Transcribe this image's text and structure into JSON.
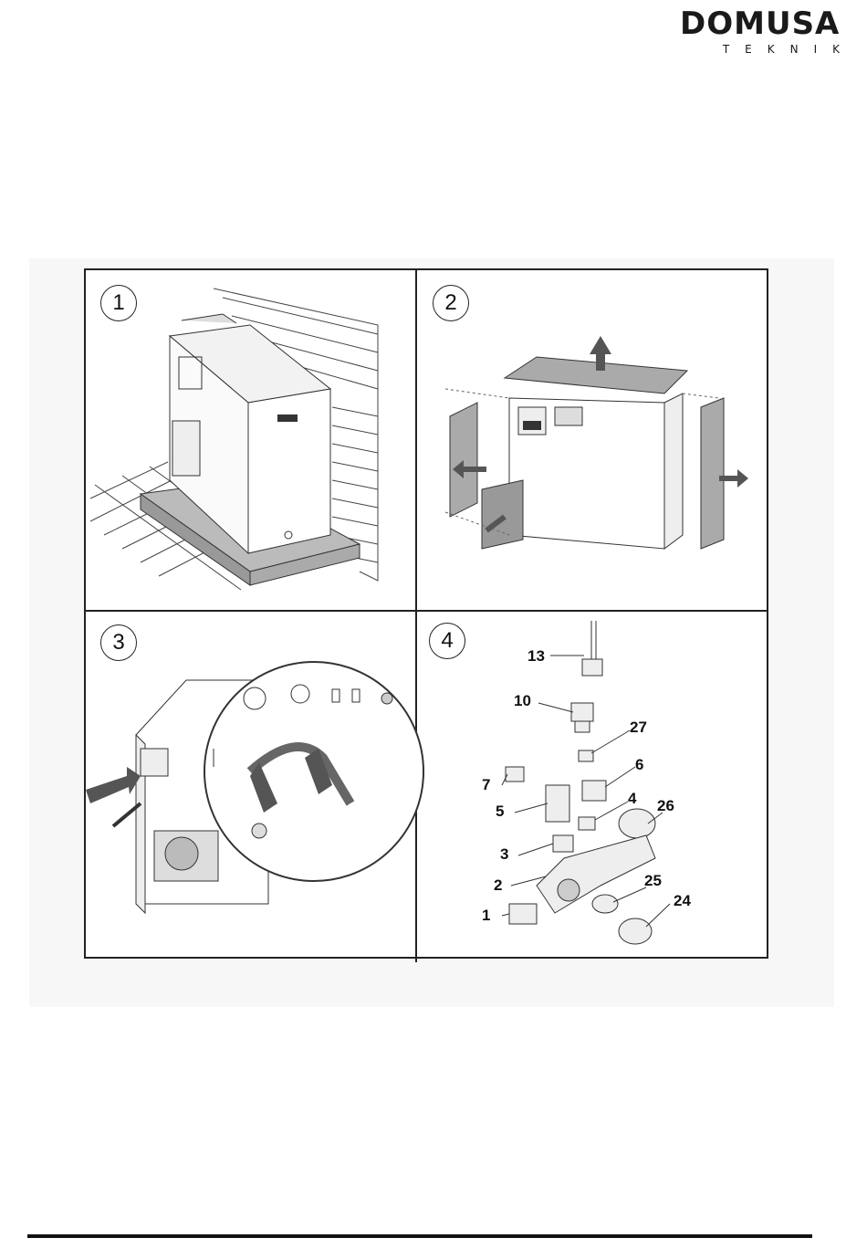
{
  "brand": {
    "name": "DOMUSA",
    "tagline": "TEKNIK"
  },
  "steps": [
    {
      "number": "1"
    },
    {
      "number": "2"
    },
    {
      "number": "3"
    },
    {
      "number": "4"
    }
  ],
  "parts": [
    "13",
    "10",
    "27",
    "6",
    "7",
    "5",
    "4",
    "26",
    "3",
    "2",
    "25",
    "1",
    "24"
  ],
  "colors": {
    "line": "#222222",
    "panel_fill": "#eeeeee",
    "arrow": "#555555"
  }
}
